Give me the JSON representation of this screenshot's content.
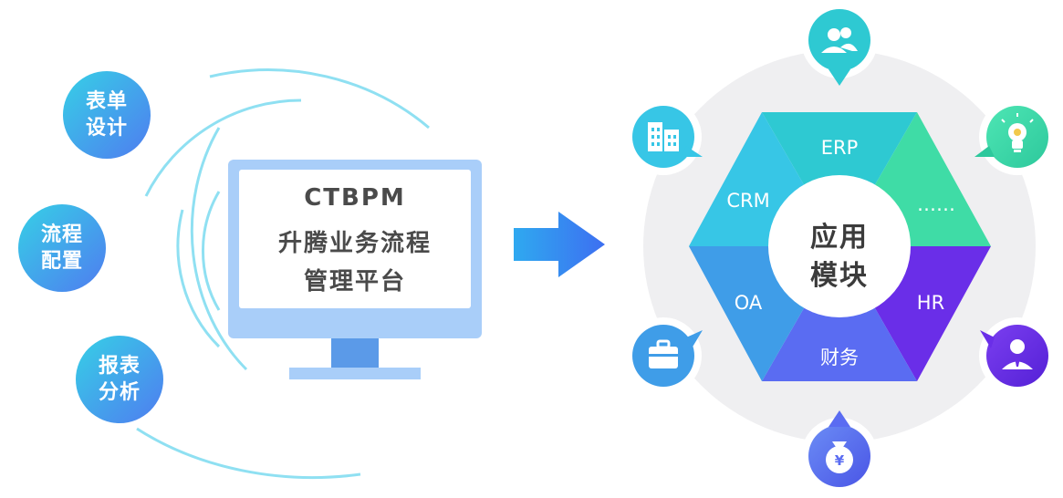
{
  "left_nodes": [
    {
      "line1": "表单",
      "line2": "设计"
    },
    {
      "line1": "流程",
      "line2": "配置"
    },
    {
      "line1": "报表",
      "line2": "分析"
    }
  ],
  "monitor": {
    "line1": "CTBPM",
    "line2": "升腾业务流程",
    "line3": "管理平台"
  },
  "ring": {
    "center_line1": "应用",
    "center_line2": "模块",
    "segments": [
      "ERP",
      "……",
      "HR",
      "财务",
      "OA",
      "CRM"
    ]
  },
  "colors": {
    "erp": "#2ec9d2",
    "more": "#3fdca6",
    "hr": "#6a2ee8",
    "finance": "#5a6cf2",
    "oa": "#3f9de8",
    "crm": "#37c6e6",
    "wave": "#8fe0f2",
    "monitor_frame": "#a9cef9",
    "arrow": "#3d8ff1"
  },
  "icons": [
    "users-icon",
    "lightbulb-icon",
    "manager-icon",
    "money-bag-icon",
    "briefcase-icon",
    "building-icon"
  ]
}
